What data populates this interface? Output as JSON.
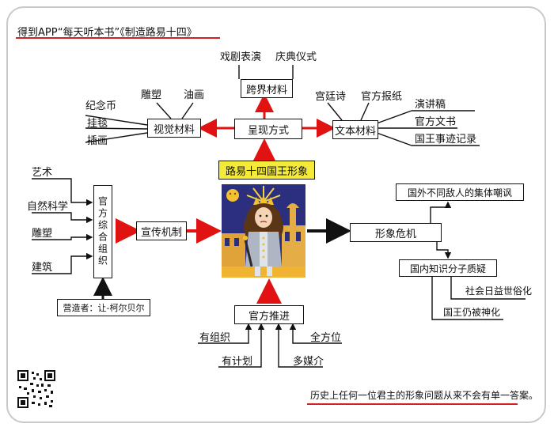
{
  "header": {
    "title": "得到APP“每天听本书”《制造路易十四》"
  },
  "center": {
    "title": "路易十四国王形象"
  },
  "presentation": {
    "label": "呈现方式",
    "stage": {
      "label": "跨界材料",
      "children": [
        "戏剧表演",
        "庆典仪式"
      ]
    },
    "visual": {
      "label": "视觉材料",
      "children": [
        "纪念币",
        "挂毯",
        "插画",
        "雕塑",
        "油画"
      ]
    },
    "text": {
      "label": "文本材料",
      "children": [
        "宫廷诗",
        "官方报纸",
        "演讲稿",
        "官方文书",
        "国王事迹记录"
      ]
    }
  },
  "organization": {
    "label": "官方综合组织",
    "inputs": [
      "艺术",
      "自然科学",
      "雕塑",
      "建筑"
    ],
    "founder": "营造者：让-柯尔贝尔",
    "mechanism": "宣传机制"
  },
  "crisis": {
    "label": "形象危机",
    "foreign": "国外不同敌人的集体嘲讽",
    "domestic": "国内知识分子质疑",
    "domestic_children": [
      "社会日益世俗化",
      "国王仍被神化"
    ]
  },
  "promotion": {
    "label": "官方推进",
    "children": [
      "有组织",
      "有计划",
      "全方位",
      "多媒介"
    ]
  },
  "footer": {
    "conclusion": "历史上任何一位君主的形象问题从来不会有单一答案。"
  },
  "colors": {
    "arrow_red": "#e01212",
    "underline_red": "#d42020",
    "portrait_bg": "#2b2f7d",
    "center_highlight": "#f4ea3a"
  }
}
